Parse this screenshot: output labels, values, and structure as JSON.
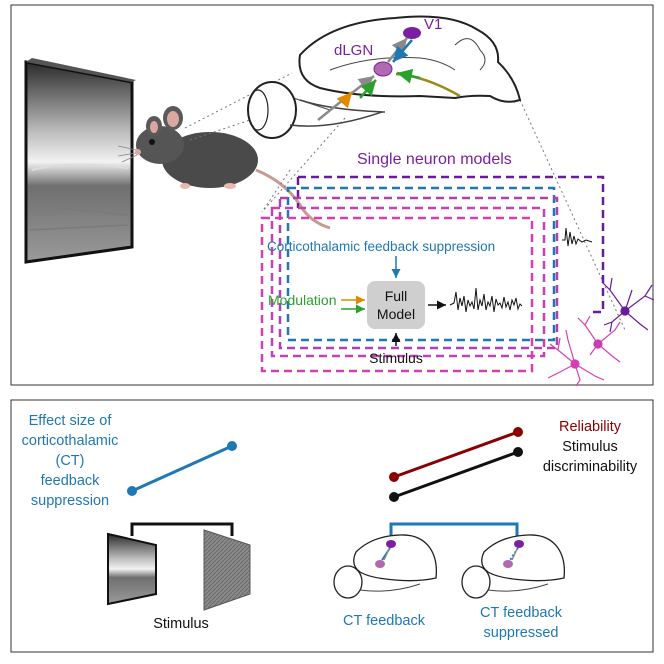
{
  "top_panel": {
    "area_labels": {
      "v1": "V1",
      "dlgn": "dLGN"
    },
    "models_title": "Single neuron models",
    "ct_suppression_label": "Corticothalamic feedback suppression",
    "modulation_label": "Modulation",
    "full_model_line1": "Full",
    "full_model_line2": "Model",
    "stimulus_label": "Stimulus"
  },
  "bottom_panel": {
    "effect_size_lines": [
      "Effect size of",
      "corticothalamic",
      "(CT)",
      "feedback",
      "suppression"
    ],
    "stimulus_label": "Stimulus",
    "reliability_label": "Reliability",
    "discriminability_lines": [
      "Stimulus",
      "discriminability"
    ],
    "ct_feedback_label": "CT feedback",
    "ct_suppressed_lines": [
      "CT feedback",
      "suppressed"
    ]
  },
  "colors": {
    "blue": "#1f77b4",
    "purple": "#7b1fa2",
    "magenta": "#d63fb4",
    "dark_purple": "#6a1b9a",
    "dark_red": "#8b0000",
    "green": "#2ca02c",
    "orange": "#e08a00",
    "olive": "#9a8a1a",
    "gray_box": "#cfcfcf"
  }
}
